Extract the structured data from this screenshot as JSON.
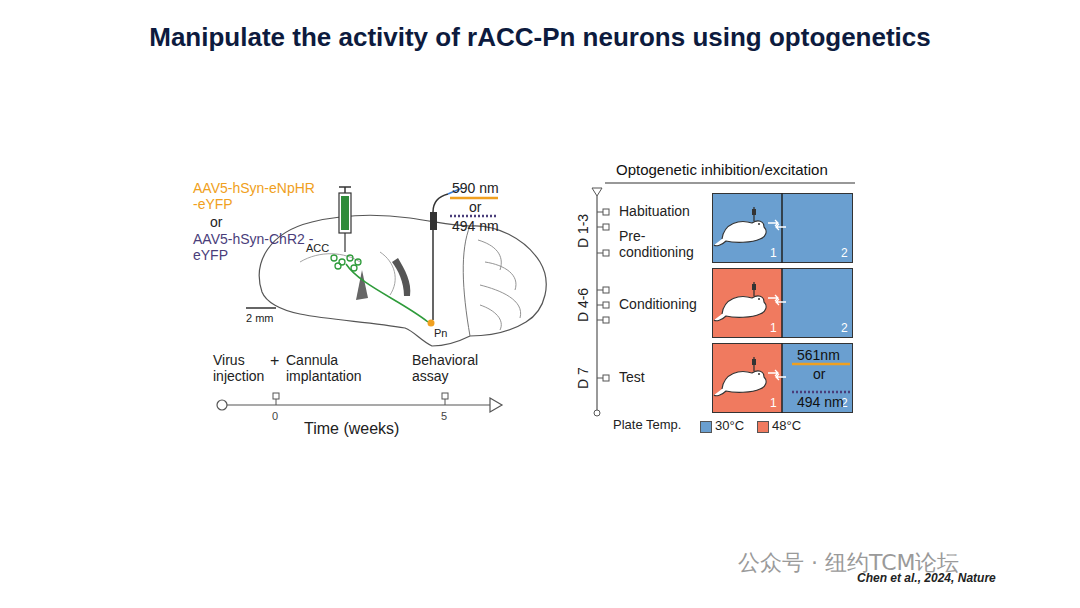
{
  "diagram": {
    "title": "Manipulate the activity of rACC-Pn neurons using optogenetics",
    "nodes": [
      {
        "text": [
          "1",
          "2"
        ]
      },
      {
        "text": [
          "1",
          "2"
        ]
      },
      {
        "text": [
          "1",
          "2",
          "561nm",
          "or",
          "494 nm"
        ]
      }
    ],
    "labels": [
      "AAV5-hSyn-eNpHR -eYFP",
      "or",
      "AAV5-hSyn-ChR2 -eYFP",
      "ACC",
      "590 nm",
      "or",
      "494 nm",
      "2 mm",
      "Pn",
      "Virus injection",
      "+",
      "Cannula implantation",
      "Behavioral assay",
      "0",
      "5",
      "Time (weeks)",
      "Optogenetic inhibition/excitation",
      "D 1-3",
      "Habituation",
      "Pre-conditioning",
      "D 4-6",
      "Conditioning",
      "D 7",
      "Test",
      "Plate Temp.",
      "公众号 · 纽约TCM论坛",
      "Chen et al., 2024, Nature"
    ],
    "legend": [
      {
        "text": "30°C",
        "color": "#6a9fd0"
      },
      {
        "text": "48°C",
        "color": "#f07a5f"
      }
    ]
  }
}
